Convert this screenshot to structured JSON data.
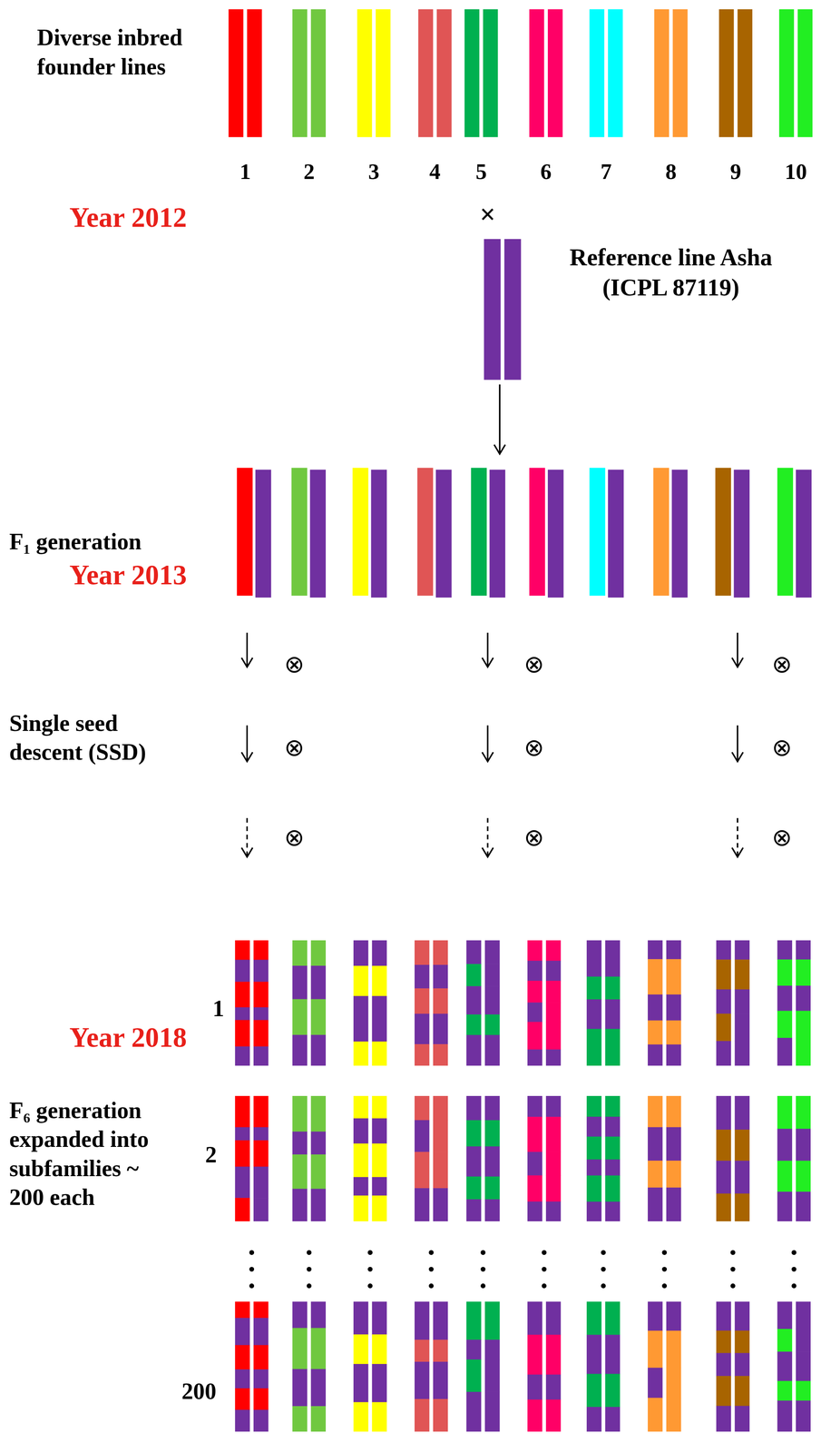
{
  "diagram": {
    "labels": [
      "Diverse inbred founder lines",
      "1",
      "2",
      "3",
      "4",
      "5",
      "6",
      "7",
      "8",
      "9",
      "10",
      "Year 2012",
      "×",
      "Reference line Asha (ICPL 87119)",
      "F₁ generation",
      "Year 2013",
      "⊗",
      "⊗",
      "⊗",
      "⊗",
      "⊗",
      "⊗",
      "⊗",
      "⊗",
      "⊗",
      "Single seed descent (SSD)",
      "1",
      "Year 2018",
      "F₆ generation expanded into subfamilies ~ 200 each",
      "2",
      "200"
    ]
  }
}
